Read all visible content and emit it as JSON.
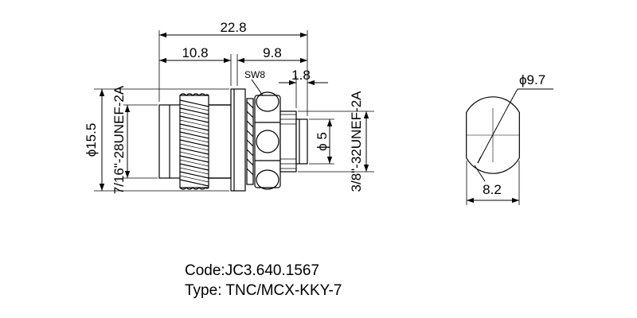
{
  "dimensions": {
    "overall_length": "22.8",
    "rear_length": "10.8",
    "front_length": "9.8",
    "flange_offset": "1.8",
    "wrench_size": "SW8",
    "outer_diameter": "ϕ15.5",
    "rear_thread": "7/16\"-28UNEF-2A",
    "pin_diameter": "ϕ 5",
    "front_thread": "3/8\"-32UNEF-2A",
    "cutout_diameter": "ϕ9.7",
    "cutout_flat": "8.2"
  },
  "info": {
    "code_label": "Code:",
    "code_value": "JC3.640.1567",
    "type_label": "Type: ",
    "type_value": "TNC/MCX-KKY-7"
  }
}
